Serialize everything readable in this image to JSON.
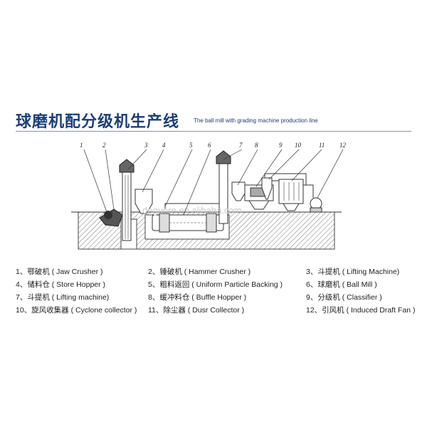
{
  "header": {
    "title_zh": "球磨机配分级机生产线",
    "title_en": "The ball mill with grading machine production line"
  },
  "diagram": {
    "callout_numbers": [
      "1",
      "2",
      "3",
      "4",
      "5",
      "6",
      "7",
      "8",
      "9",
      "10",
      "11",
      "12"
    ],
    "watermark": "deguore.en.alibaba.com",
    "colors": {
      "line": "#333333",
      "hatch": "#666666",
      "title": "#1b3f7a"
    }
  },
  "legend": [
    "1、鄂破机 ( Jaw Crusher )",
    "2、锤破机 ( Hammer Crusher )",
    "3、斗提机 ( Lifting Machine)",
    "4、储料仓 ( Store Hopper )",
    "5、粗料返回 ( Uniform Particle Backing )",
    "6、球磨机 ( Ball Mill )",
    "7、斗提机 ( Lifting machine)",
    "8、缓冲料仓 ( Buffle Hopper )",
    "9、分级机 ( Classifier )",
    "10、旋风收集器 ( Cyclone collector )",
    "11、除尘器 ( Dusr Collector )",
    "12、引风机 ( Induced Draft Fan )"
  ]
}
